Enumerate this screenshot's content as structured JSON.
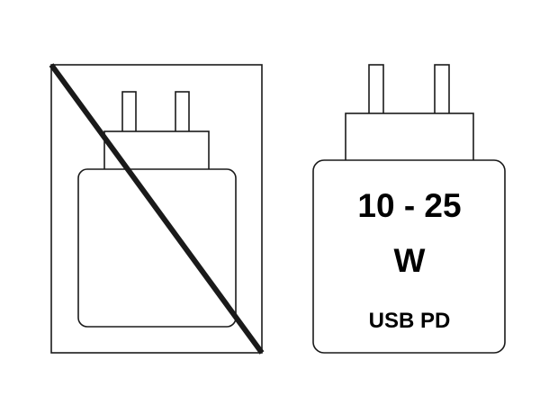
{
  "left_charger": {
    "icon": "wall-charger-with-plug-prongs",
    "status": "not-included",
    "strike": "diagonal-line"
  },
  "right_charger": {
    "icon": "wall-charger-with-plug-prongs",
    "power_range": "10 - 25",
    "power_unit": "W",
    "standard": "USB PD"
  },
  "colors": {
    "line": "#1a1a1a",
    "background": "#ffffff",
    "text": "#000000"
  }
}
